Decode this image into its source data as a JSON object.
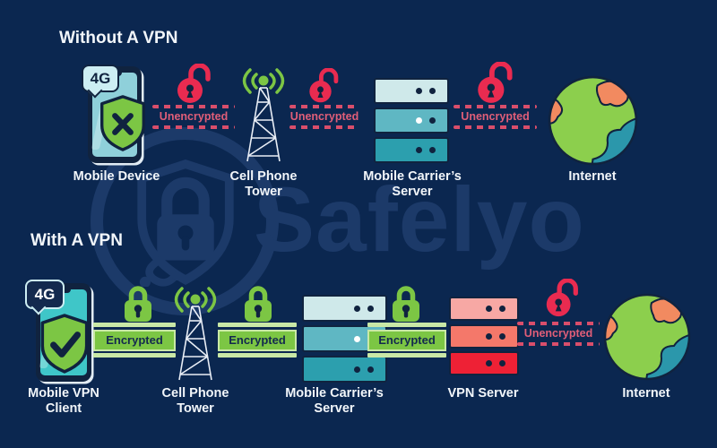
{
  "watermark": {
    "brand": "Safelyo"
  },
  "colors": {
    "background": "#0b2750",
    "watermark": "#1c3a69",
    "text_light": "#f2f6fa",
    "navy_outline": "#10233f",
    "red_lock": "#e92b50",
    "red_label": "#e05e78",
    "red_dash": "#d94e6b",
    "green": "#7cc644",
    "green_pale": "#c9e8a6",
    "bubble_light": "#cdeef3",
    "screen_teal_top": "#8fd0da",
    "screen_teal_bottom": "#3fc6c8",
    "server_light": "#cfe9ea",
    "server_mid": "#5fb7c3",
    "server_dark": "#2c9fae",
    "vpn_light": "#f7a8a4",
    "vpn_mid": "#f4786a",
    "vpn_dark": "#ee2135",
    "globe_green": "#8ccf4d",
    "globe_salmon": "#f28a60",
    "globe_teal": "#2b97ab"
  },
  "row1": {
    "title": "Without A VPN",
    "nodes": {
      "mobile_device": {
        "label": "Mobile Device",
        "badge": "4G",
        "icon": "phone-shield-cross-icon"
      },
      "cell_tower": {
        "label": "Cell Phone Tower",
        "icon": "cell-tower-icon"
      },
      "carrier_server": {
        "label": "Mobile Carrier’s Server",
        "icon": "server-stack-icon"
      },
      "internet": {
        "label": "Internet",
        "icon": "globe-icon"
      }
    },
    "links": [
      {
        "label": "Unencrypted",
        "state": "unencrypted",
        "icon": "open-padlock-icon"
      },
      {
        "label": "Unencrypted",
        "state": "unencrypted",
        "icon": "open-padlock-icon"
      },
      {
        "label": "Unencrypted",
        "state": "unencrypted",
        "icon": "open-padlock-icon"
      }
    ]
  },
  "row2": {
    "title": "With A VPN",
    "nodes": {
      "mobile_vpn_client": {
        "label": "Mobile VPN Client",
        "badge": "4G",
        "icon": "phone-shield-check-icon"
      },
      "cell_tower": {
        "label": "Cell Phone Tower",
        "icon": "cell-tower-icon"
      },
      "carrier_server": {
        "label": "Mobile Carrier’s Server",
        "icon": "server-stack-icon"
      },
      "vpn_server": {
        "label": "VPN Server",
        "icon": "server-stack-red-icon"
      },
      "internet": {
        "label": "Internet",
        "icon": "globe-icon"
      }
    },
    "links": [
      {
        "label": "Encrypted",
        "state": "encrypted",
        "icon": "closed-padlock-icon"
      },
      {
        "label": "Encrypted",
        "state": "encrypted",
        "icon": "closed-padlock-icon"
      },
      {
        "label": "Encrypted",
        "state": "encrypted",
        "icon": "closed-padlock-icon"
      },
      {
        "label": "Unencrypted",
        "state": "unencrypted",
        "icon": "open-padlock-icon"
      }
    ]
  }
}
